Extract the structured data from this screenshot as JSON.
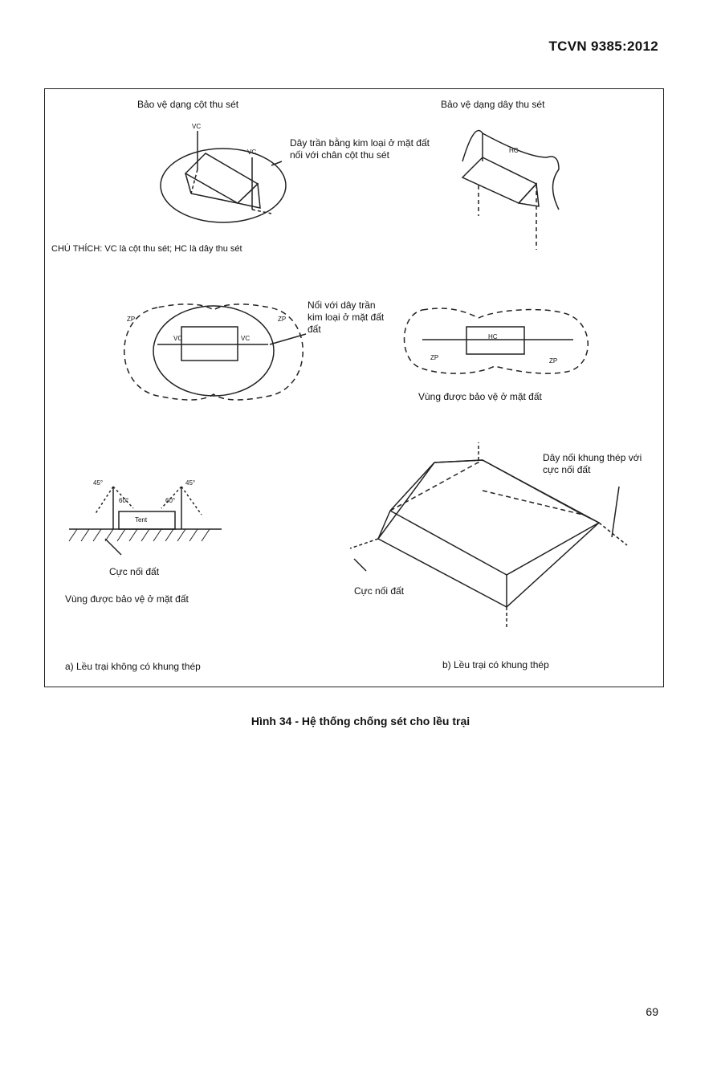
{
  "header": {
    "standard_code": "TCVN 9385:2012"
  },
  "figure": {
    "top_left_title": "Bảo vệ dạng cột thu sét",
    "top_right_title": "Bảo vệ dạng dây thu sét",
    "bare_wire_note": "Dây trần bằng kim loại ở mặt đất nối với chân cột thu sét",
    "note": "CHÚ THÍCH: VC là cột thu sét; HC là dây thu sét",
    "connect_note": "Nối với dây trần kim loại ở mặt đất đất",
    "protected_zone_right": "Vùng được bảo vệ ở mặt đất",
    "steel_frame_note": "Dây nối khung thép với cực nối đất",
    "ground_electrode_left": "Cực nối đất",
    "protected_zone_left": "Vùng được bảo vệ ở mặt đất",
    "ground_electrode_right": "Cực nối đất",
    "caption_a": "a) Lều trại không có khung thép",
    "caption_b": "b) Lều trại có khung thép",
    "small_labels": {
      "vc": "VC",
      "hc": "HC",
      "zp": "ZP",
      "tent": "Tent",
      "angle_45": "45°",
      "angle_60": "60°"
    }
  },
  "figure_caption": "Hình 34 - Hệ thống chống sét cho lều trại",
  "page_number": "69"
}
